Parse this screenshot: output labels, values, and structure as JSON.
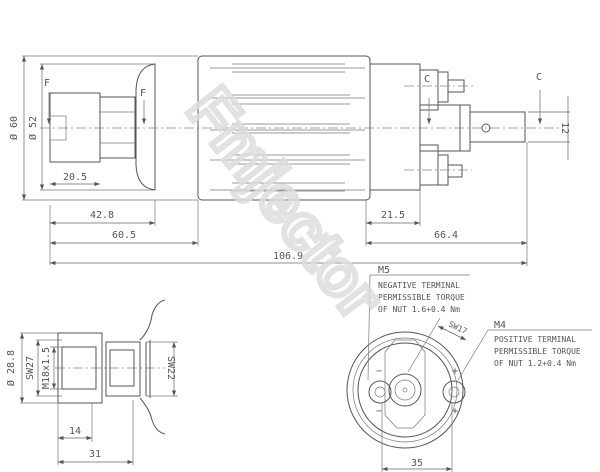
{
  "watermark": "Fmjector",
  "side_view": {
    "section_marks": {
      "f": "F",
      "c": "C"
    },
    "diameters": {
      "outer": "Ø 60",
      "inner": "Ø 52"
    },
    "dimensions": {
      "nut_length": "20.5",
      "inlet_length": "42.8",
      "inlet_to_body": "60.5",
      "overall_length": "106.9",
      "end_cap_length": "21.5",
      "outlet_length": "66.4",
      "outlet_diameter": "12"
    }
  },
  "fitting_view": {
    "diameter": "Ø 28.8",
    "wrench_large": "SW27",
    "thread": "M18x1.5",
    "wrench_small": "SW22",
    "depth": "14",
    "length": "31"
  },
  "end_view": {
    "negative_terminal": {
      "thread": "M5",
      "lines": [
        "NEGATIVE TERMINAL",
        "PERMISSIBLE TORQUE",
        "OF NUT 1.6+0.4 Nm"
      ]
    },
    "positive_terminal": {
      "thread": "M4",
      "lines": [
        "POSITIVE TERMINAL",
        "PERMISSIBLE TORQUE",
        "OF NUT 1.2+0.4 Nm"
      ]
    },
    "wrench": "SW17",
    "terminal_spacing": "35",
    "symbols": {
      "minus": "−",
      "plus": "+"
    }
  }
}
